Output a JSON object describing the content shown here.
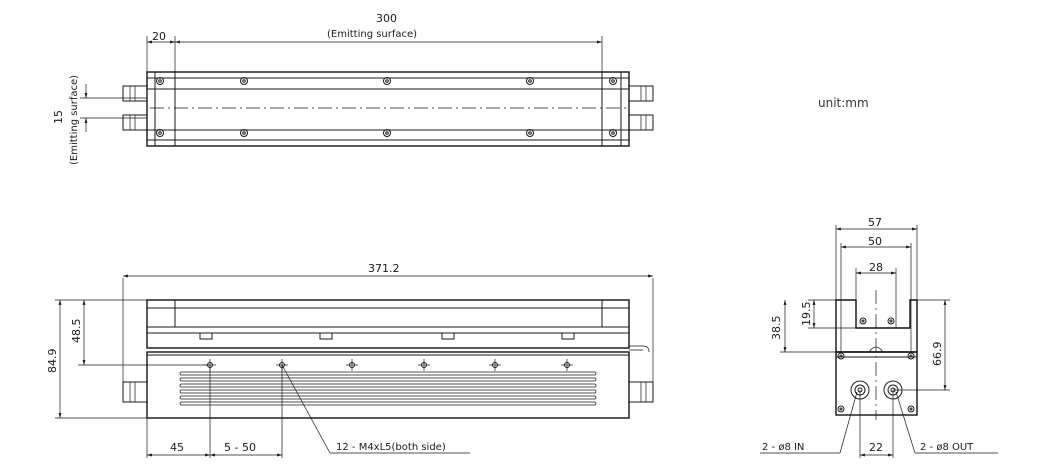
{
  "unit_label": "unit:mm",
  "top_view": {
    "dim_length": "300",
    "dim_length_note": "(Emitting surface)",
    "dim_offset": "20",
    "dim_width": "15",
    "dim_width_note": "(Emitting surface)"
  },
  "front_view": {
    "dim_total_length": "371.2",
    "dim_total_height": "84.9",
    "dim_upper_height": "48.5",
    "dim_hole_start": "45",
    "dim_hole_pitch": "5 - 50",
    "callout_holes": "12 - M4xL5(both side)"
  },
  "side_view": {
    "dim_width_outer": "57",
    "dim_width_mid": "50",
    "dim_width_inner": "28",
    "dim_step": "19.5",
    "dim_upper": "38.5",
    "dim_height": "66.9",
    "dim_port_pitch": "22",
    "callout_in": "2 - ø8 IN",
    "callout_out": "2 - ø8 OUT"
  }
}
